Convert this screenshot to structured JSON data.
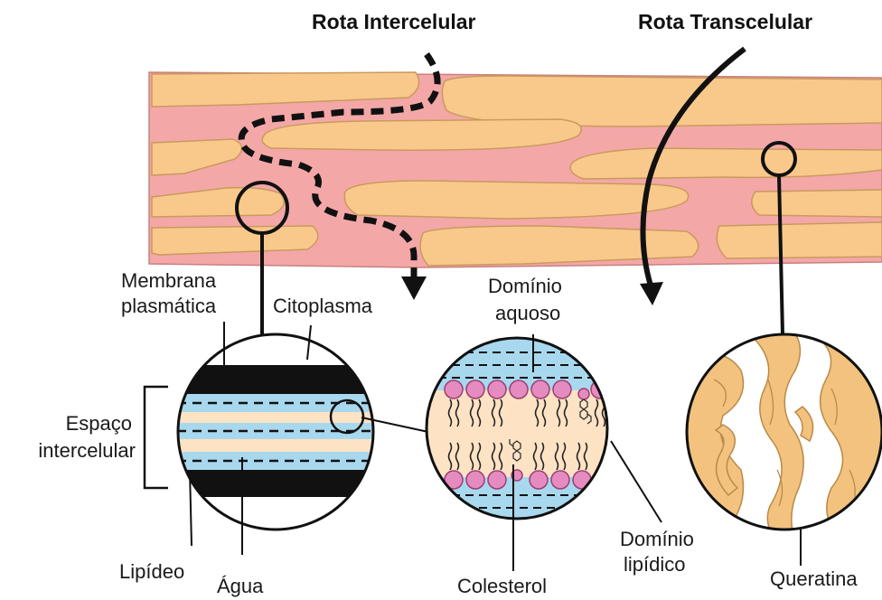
{
  "routes": {
    "intercellular": "Rota Intercelular",
    "transcellular": "Rota Transcelular"
  },
  "labels": {
    "membrana": [
      "Membrana",
      "plasmática"
    ],
    "citoplasma": "Citoplasma",
    "espaco": [
      "Espaço",
      "intercelular"
    ],
    "lipideo": "Lipídeo",
    "agua": "Água",
    "dominio_aquoso": [
      "Domínio",
      "aquoso"
    ],
    "colesterol": "Colesterol",
    "dominio_lipidico": [
      "Domínio",
      "lipídico"
    ],
    "queratina": "Queratina"
  },
  "colors": {
    "corneocyte": "#f9c98c",
    "corneocyte_stroke": "#c99a5c",
    "intercellular_lipid": "#f4a7a7",
    "water": "#a8d8ee",
    "lipid_layer": "#fde3c4",
    "membrane": "#111111",
    "head_group": "#e58bc0",
    "keratin": "#f2c27e"
  }
}
